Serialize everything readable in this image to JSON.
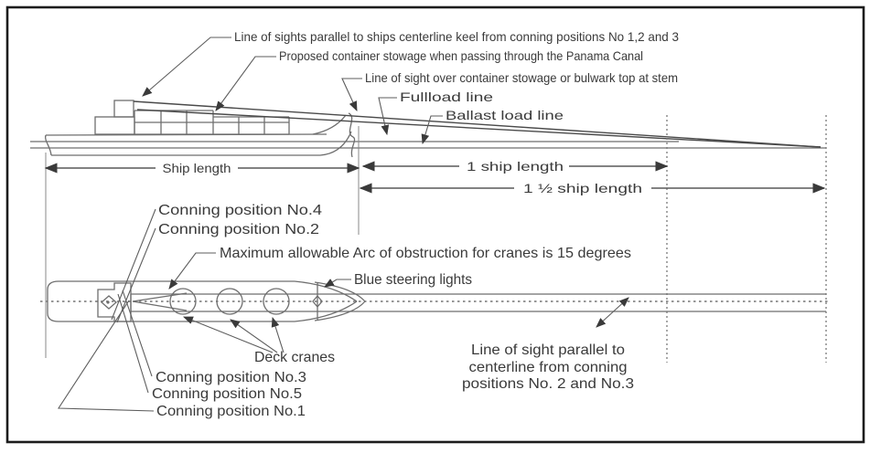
{
  "diagram": {
    "title_context": "Panama Canal visibility / line-of-sight requirement diagram",
    "side_view": {
      "labels": {
        "sight_keel": "Line of sights parallel to ships centerline keel from conning positions No 1,2 and 3",
        "container_stowage": "Proposed container stowage when passing through the Panama Canal",
        "sight_over_stowage": "Line of sight over container stowage or bulwark top at stem",
        "fullload": "Fullload line",
        "ballast": "Ballast load line"
      },
      "dimensions": {
        "ship_length": "Ship length",
        "one_ship_length": "1 ship length",
        "one_half_ship_length": "1 ½ ship length"
      }
    },
    "top_view": {
      "labels": {
        "conning_4": "Conning position No.4",
        "conning_2": "Conning position No.2",
        "max_arc": "Maximum allowable Arc of obstruction for cranes is 15 degrees",
        "blue_lights": "Blue steering lights",
        "deck_cranes": "Deck cranes",
        "conning_3": "Conning position No.3",
        "conning_5": "Conning position No.5",
        "conning_1": "Conning position No.1",
        "sight_parallel_1": "Line of sight parallel to",
        "sight_parallel_2": "centerline from conning",
        "sight_parallel_3": "positions No. 2 and No.3"
      },
      "deck_crane_count": 3
    },
    "colors": {
      "line": "#6e6e6e",
      "text": "#3a3a3a",
      "frame": "#1c1c1c"
    }
  }
}
